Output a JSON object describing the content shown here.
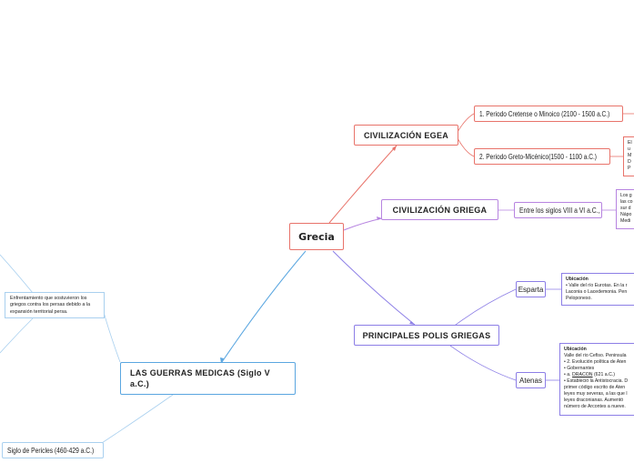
{
  "colors": {
    "root": "#e8736a",
    "egea": "#e8736a",
    "griega": "#b784e0",
    "polis": "#8c7ee6",
    "guerras": "#5aa6e0"
  },
  "root": {
    "label": "Grecia"
  },
  "egea": {
    "label": "CIVILIZACIÓN EGEA",
    "periods": [
      {
        "label": "1. Periodo Cretense o Minoico (2100 - 1500 a.C.)"
      },
      {
        "label": "2. Periodo Greto-Micénico(1500 - 1100 a.C.)",
        "note": [
          "El",
          "u",
          "M",
          "D",
          "P"
        ]
      }
    ]
  },
  "griega": {
    "label": "CIVILIZACIÓN GRIEGA",
    "period": "Entre los siglos VIII a VI a.C.,",
    "note": [
      "Los g",
      "las co",
      "sur d",
      "Nápo",
      "Medi"
    ]
  },
  "polis": {
    "label": "PRINCIPALES POLIS GRIEGAS",
    "esparta": {
      "label": "Esparta",
      "note_title": "Ubicación",
      "note_lines": [
        "• Valle del río Eurotas. En la r",
        "Laconia o Lacedemonia. Pen",
        "Peloponeso."
      ]
    },
    "atenas": {
      "label": "Atenas",
      "note_title": "Ubicación",
      "note_lines": [
        "Valle del rio Cefiso. Peninsula",
        "• 2. Evolución política de Aten",
        "• Gobernantes",
        "• a. DRACON (621 a.C.)",
        "• Estableció la Antistocracia. D",
        "primer código escrito de Aten",
        "leyes muy severas, a las que l",
        "leyes draconianas. Aumentó",
        "número de Arcontes a nueve."
      ],
      "underlined": "DRACON"
    }
  },
  "guerras": {
    "label": "LAS GUERRAS MEDICAS (Siglo V a.C.)",
    "conflict": "Enfrentamiento que sostuvieron los griegos contra los persas debido a la expansión territorial persa.",
    "pericles": "Siglo de Pericles (460-429 a.C.)"
  }
}
